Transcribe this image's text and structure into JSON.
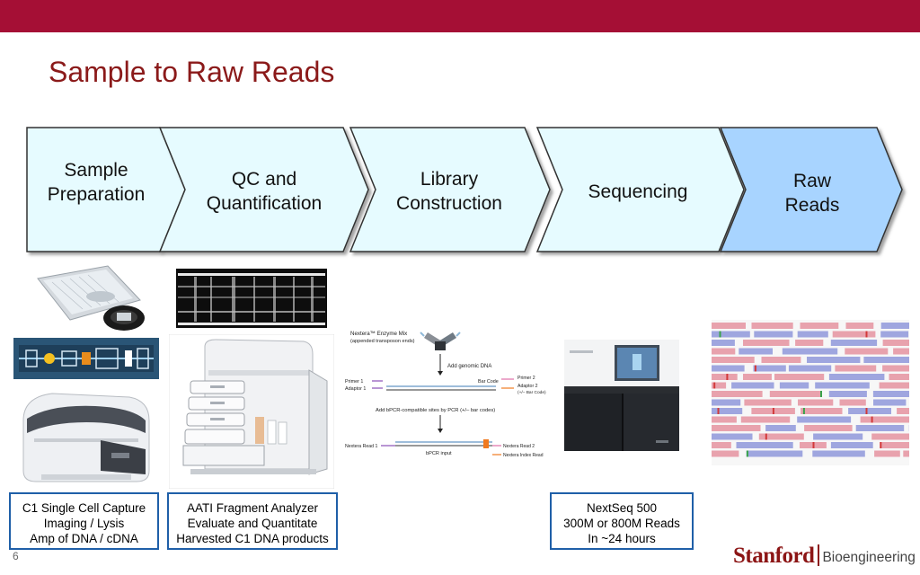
{
  "title": "Sample to Raw Reads",
  "steps": [
    {
      "line1": "Sample",
      "line2": "Preparation"
    },
    {
      "line1": "QC and",
      "line2": "Quantification"
    },
    {
      "line1": "Library",
      "line2": "Construction"
    },
    {
      "line1": "Sequencing",
      "line2": ""
    },
    {
      "line1": "Raw",
      "line2": "Reads"
    }
  ],
  "captions": {
    "c1": {
      "line1": "C1 Single Cell Capture",
      "line2": "Imaging / Lysis",
      "line3": "Amp of DNA / cDNA"
    },
    "aati": {
      "line1": "AATI Fragment Analyzer",
      "line2": "Evaluate and Quantitate",
      "line3": "Harvested C1 DNA products"
    },
    "nextseq": {
      "line1": "NextSeq 500",
      "line2": "300M or 800M Reads",
      "line3": "In ~24 hours"
    }
  },
  "schematic": {
    "enzyme_mix": "Nextera™ Enzyme Mix",
    "enzyme_mix_sub": "(appended transposon ends)",
    "add_genomic": "Add genomic DNA",
    "primer1": "Primer 1",
    "adaptor1": "Adaptor 1",
    "bar_code": "Bar Code",
    "primer2": "Primer 2",
    "adaptor2": "Adaptor 2",
    "adaptor2_sub": "(+/– Bar Code)",
    "add_bpcr": "Add bPCR-compatible sites by PCR (+/– bar codes)",
    "nextera_read1": "Nextera Read 1",
    "bpcr_input": "bPCR input",
    "nextera_read2": "Nextera Read 2",
    "nextera_index": "Nextera Index Read"
  },
  "page_number": "6",
  "logo": {
    "name": "Stanford",
    "dept": "Bioengineering"
  },
  "colors": {
    "top_bar": "#a50f35",
    "title": "#8b1a1a",
    "chevron_fill": "#e6fbff",
    "chevron_last": "#a8d4ff",
    "caption_border": "#1f5fa8"
  }
}
